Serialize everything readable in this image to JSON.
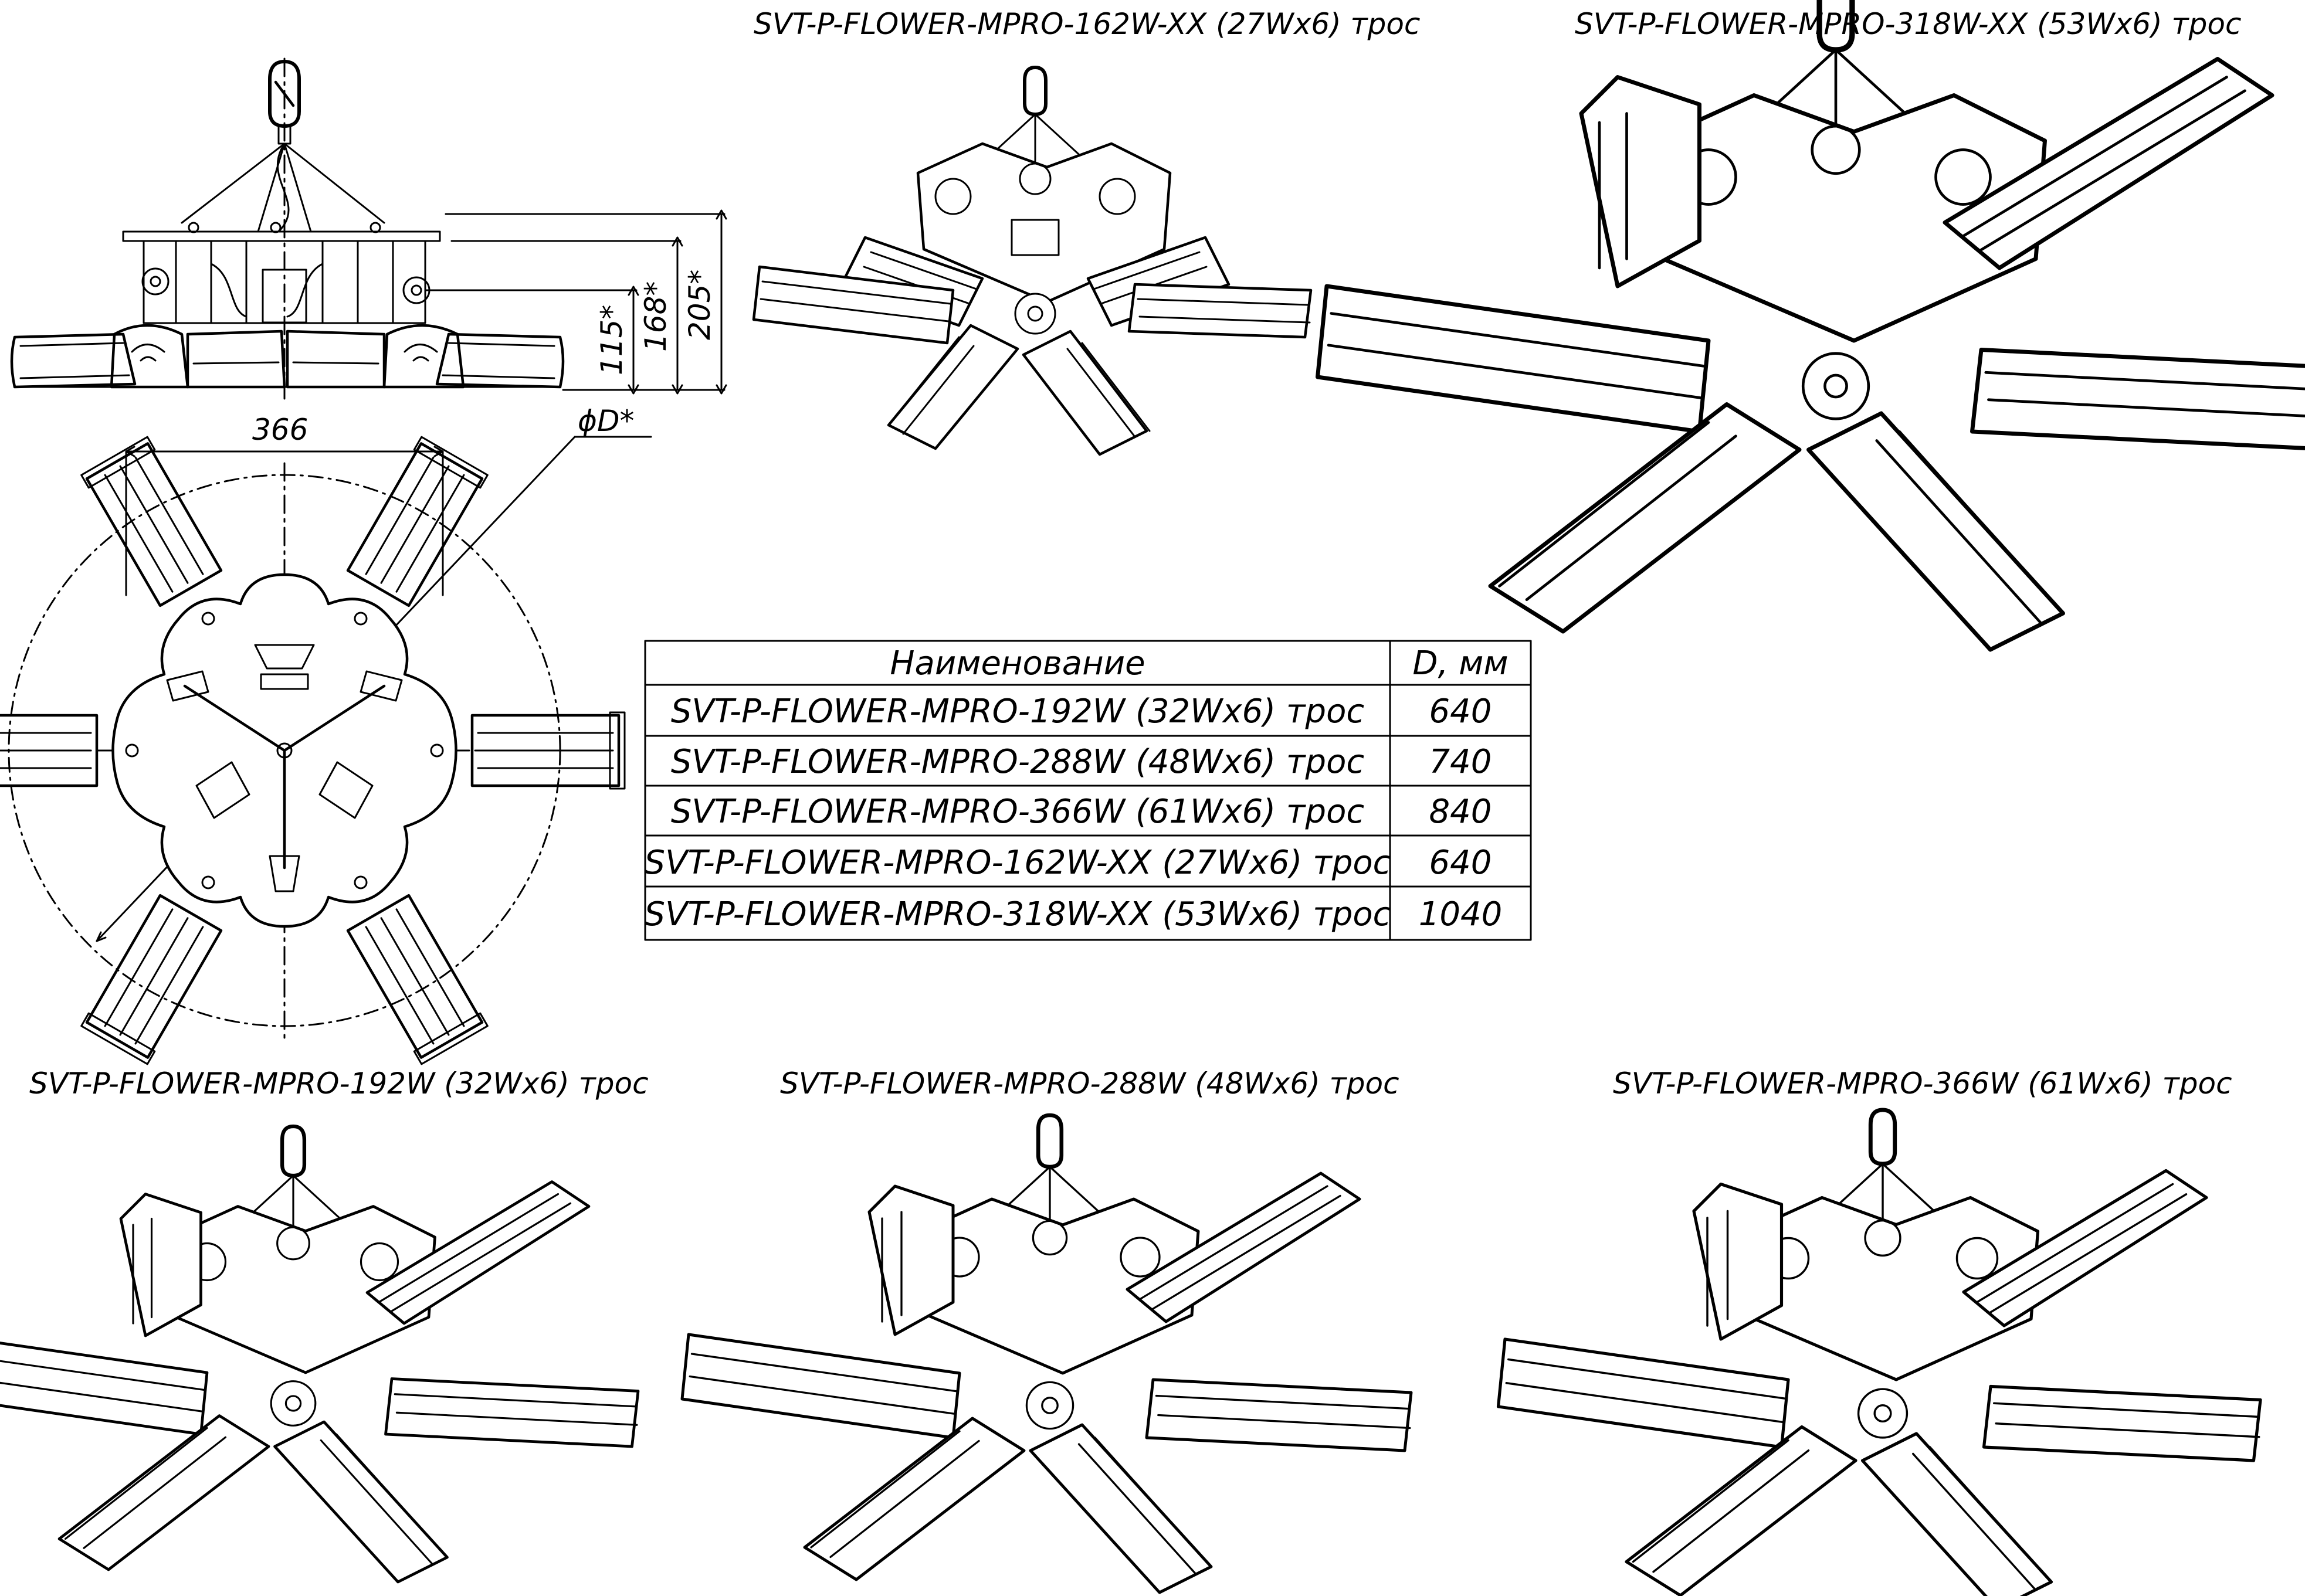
{
  "dimensions": {
    "width_366": "366",
    "h115": "115*",
    "h168": "168*",
    "h205": "205*",
    "diameter": "ϕD*"
  },
  "titles": {
    "top_middle": "SVT-P-FLOWER-MPRO-162W-XX (27Wx6) трос",
    "top_right": "SVT-P-FLOWER-MPRO-318W-XX (53Wx6) трос",
    "bottom_left": "SVT-P-FLOWER-MPRO-192W (32Wx6) трос",
    "bottom_middle": "SVT-P-FLOWER-MPRO-288W (48Wx6) трос",
    "bottom_right": "SVT-P-FLOWER-MPRO-366W (61Wx6) трос"
  },
  "table": {
    "headers": [
      "Наименование",
      "D, мм"
    ],
    "rows": [
      [
        "SVT-P-FLOWER-MPRO-192W (32Wx6) трос",
        "640"
      ],
      [
        "SVT-P-FLOWER-MPRO-288W (48Wx6) трос",
        "740"
      ],
      [
        "SVT-P-FLOWER-MPRO-366W (61Wx6) трос",
        "840"
      ],
      [
        "SVT-P-FLOWER-MPRO-162W-XX (27Wx6) трос",
        "640"
      ],
      [
        "SVT-P-FLOWER-MPRO-318W-XX (53Wx6) трос",
        "1040"
      ]
    ]
  }
}
